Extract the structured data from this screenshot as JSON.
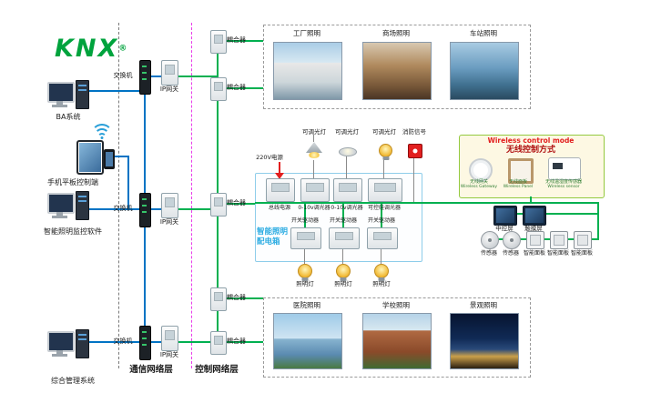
{
  "logo": {
    "text": "KNX",
    "registered": "®"
  },
  "terminals": [
    {
      "label": "BA系统"
    },
    {
      "label": "手机平板控制端"
    },
    {
      "label": "智能照明监控软件"
    },
    {
      "label": "综合管理系统"
    }
  ],
  "layer_labels": {
    "communication": "通信网络层",
    "control": "控制网络层"
  },
  "network": {
    "switch_label": "交换机",
    "gateway_label": "IP网关",
    "coupler_label": "耦合器"
  },
  "top_scenes": [
    {
      "label": "工厂照明"
    },
    {
      "label": "商场照明"
    },
    {
      "label": "车站照明"
    }
  ],
  "bottom_scenes": [
    {
      "label": "医院照明"
    },
    {
      "label": "学校照明"
    },
    {
      "label": "景观照明"
    }
  ],
  "distribution_box": {
    "title_line1": "智能照明",
    "title_line2": "配电箱",
    "power_in": "220V电源",
    "loads": [
      "可调光灯",
      "可调光灯",
      "可调光灯",
      "消防信号"
    ],
    "row1_devices": [
      "总线电源",
      "0-10v调光器",
      "0-10v调光器",
      "可控硅调光器"
    ],
    "row2_devices": [
      "开关驱动器",
      "开关驱动器",
      "开关驱动器"
    ],
    "lamp_labels": [
      "照明灯",
      "照明灯",
      "照明灯"
    ]
  },
  "wireless_box": {
    "title_en": "Wireless control mode",
    "title_zh": "无线控制方式",
    "devices": [
      {
        "zh": "无线网关",
        "en": "Wireless Gateway"
      },
      {
        "zh": "无线面板",
        "en": "Wireless Panel"
      },
      {
        "zh": "无线温湿度传感器",
        "en": "Wireless sensor"
      }
    ]
  },
  "right_devices": {
    "screens": [
      {
        "label": "中控屏"
      },
      {
        "label": "触摸屏"
      }
    ],
    "sensors": [
      {
        "label": "传感器"
      },
      {
        "label": "传感器"
      }
    ],
    "panels": [
      {
        "label": "智能面板"
      },
      {
        "label": "智能面板"
      },
      {
        "label": "智能面板"
      }
    ]
  },
  "colors": {
    "knx_green": "#00a33d",
    "bus_green": "#00b050",
    "ethernet_blue": "#0073c4",
    "divider_gray": "#7a7a7a",
    "divider_magenta": "#ea3bea",
    "distribution_border": "#8ecdea",
    "distribution_title": "#29abe2",
    "wireless_bg": "#fdf8e3",
    "wireless_border": "#94c93f"
  }
}
